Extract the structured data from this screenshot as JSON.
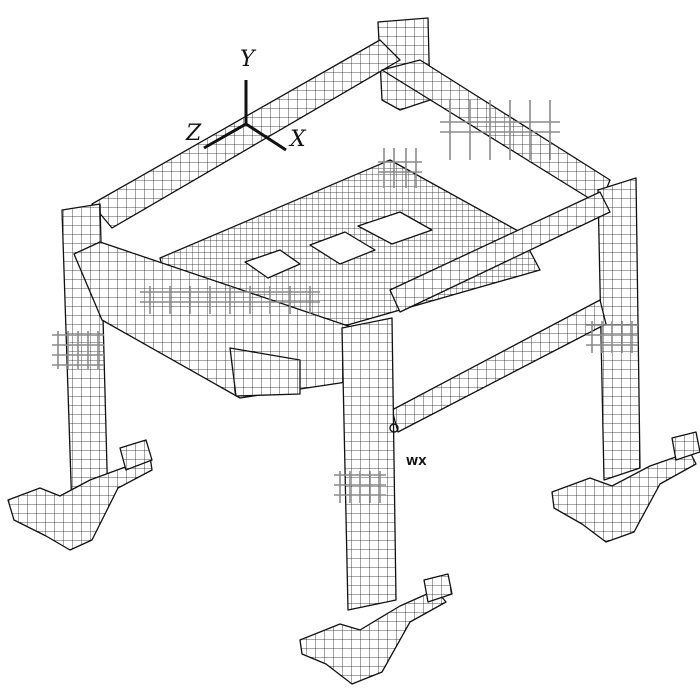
{
  "axes": {
    "y": "Y",
    "z": "Z",
    "x": "X"
  },
  "annotation": "WX",
  "colors": {
    "mesh": "#1a1a1a",
    "fill": "#ffffff",
    "constraint": "#8a8a8a"
  }
}
